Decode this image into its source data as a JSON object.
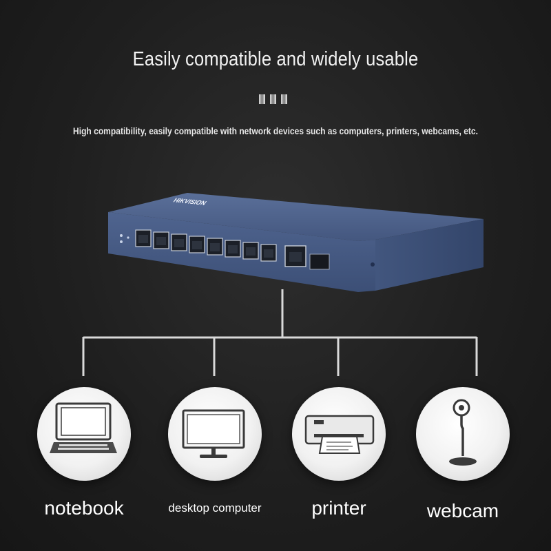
{
  "header": {
    "title": "Easily compatible and widely usable",
    "subtitle": "High compatibility, easily compatible with network devices such as computers, printers, webcams, etc."
  },
  "devices": [
    {
      "label": "notebook",
      "icon": "notebook-icon"
    },
    {
      "label": "desktop computer",
      "icon": "desktop-computer-icon"
    },
    {
      "label": "printer",
      "icon": "printer-icon"
    },
    {
      "label": "webcam",
      "icon": "webcam-icon"
    }
  ],
  "colors": {
    "background": "#1f1f1f",
    "switch_body": "#4a5f8a",
    "connector_line": "#d9d9d9",
    "icon_stroke": "#3a3a3a"
  }
}
